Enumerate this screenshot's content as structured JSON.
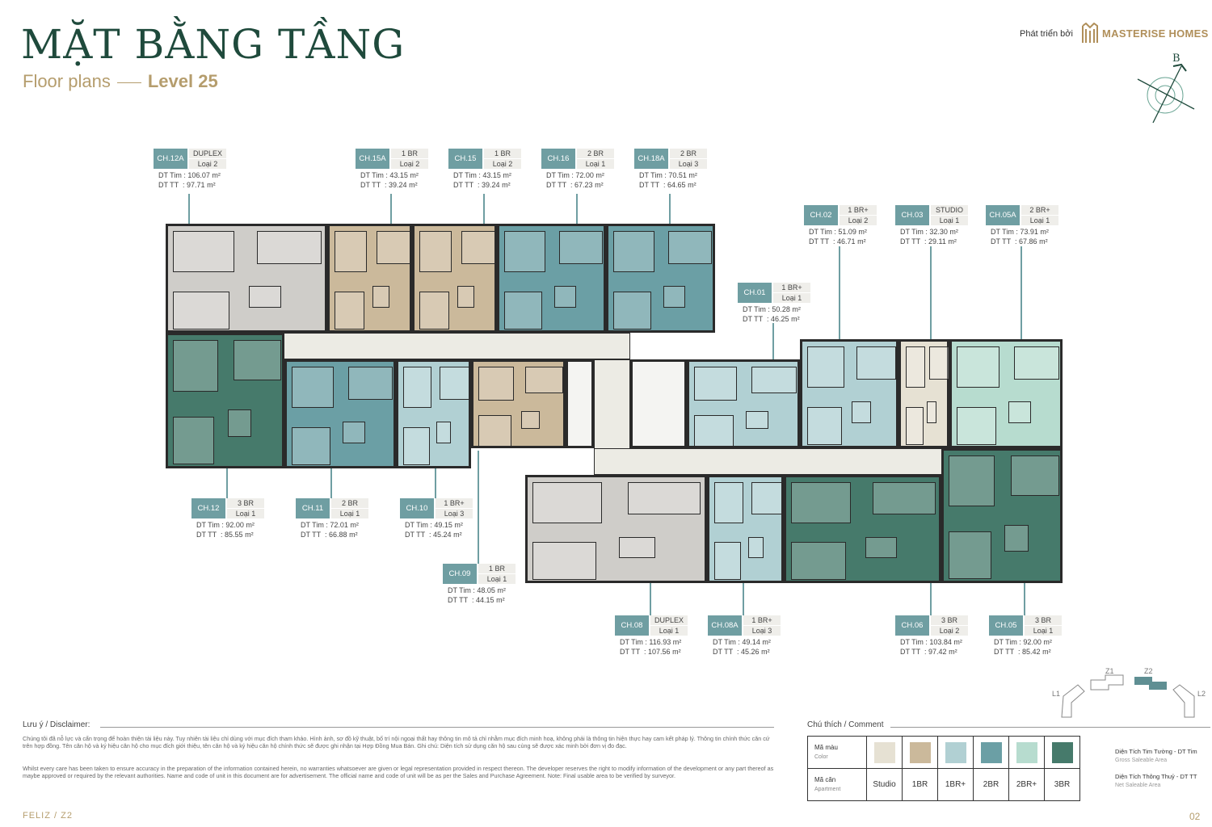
{
  "header": {
    "title": "MẶT BẰNG TẦNG",
    "subtitle": "Floor plans",
    "level": "Level 25",
    "developer_prefix": "Phát triển bởi",
    "brand": "MASTERISE HOMES",
    "compass_letter": "B"
  },
  "labels": {
    "dt_tim": "DT Tim",
    "dt_tt": "DT TT",
    "unit_m2": "m²"
  },
  "units": [
    {
      "code": "CH.12A",
      "type": "DUPLEX",
      "loai": "Loại 2",
      "dt_tim": "106.07",
      "dt_tt": "97.71"
    },
    {
      "code": "CH.15A",
      "type": "1 BR",
      "loai": "Loại 2",
      "dt_tim": "43.15",
      "dt_tt": "39.24"
    },
    {
      "code": "CH.15",
      "type": "1 BR",
      "loai": "Loại 2",
      "dt_tim": "43.15",
      "dt_tt": "39.24"
    },
    {
      "code": "CH.16",
      "type": "2 BR",
      "loai": "Loại 1",
      "dt_tim": "72.00",
      "dt_tt": "67.23"
    },
    {
      "code": "CH.18A",
      "type": "2 BR",
      "loai": "Loại 3",
      "dt_tim": "70.51",
      "dt_tt": "64.65"
    },
    {
      "code": "CH.02",
      "type": "1 BR+",
      "loai": "Loại 2",
      "dt_tim": "51.09",
      "dt_tt": "46.71"
    },
    {
      "code": "CH.03",
      "type": "STUDIO",
      "loai": "Loại 1",
      "dt_tim": "32.30",
      "dt_tt": "29.11"
    },
    {
      "code": "CH.05A",
      "type": "2 BR+",
      "loai": "Loại 1",
      "dt_tim": "73.91",
      "dt_tt": "67.86"
    },
    {
      "code": "CH.01",
      "type": "1 BR+",
      "loai": "Loại 1",
      "dt_tim": "50.28",
      "dt_tt": "46.25"
    },
    {
      "code": "CH.12",
      "type": "3 BR",
      "loai": "Loại 1",
      "dt_tim": "92.00",
      "dt_tt": "85.55"
    },
    {
      "code": "CH.11",
      "type": "2 BR",
      "loai": "Loại 1",
      "dt_tim": "72.01",
      "dt_tt": "66.88"
    },
    {
      "code": "CH.10",
      "type": "1 BR+",
      "loai": "Loại 3",
      "dt_tim": "49.15",
      "dt_tt": "45.24"
    },
    {
      "code": "CH.09",
      "type": "1 BR",
      "loai": "Loại 1",
      "dt_tim": "48.05",
      "dt_tt": "44.15"
    },
    {
      "code": "CH.08",
      "type": "DUPLEX",
      "loai": "Loại 1",
      "dt_tim": "116.93",
      "dt_tt": "107.56"
    },
    {
      "code": "CH.08A",
      "type": "1 BR+",
      "loai": "Loại 3",
      "dt_tim": "49.14",
      "dt_tt": "45.26"
    },
    {
      "code": "CH.06",
      "type": "3 BR",
      "loai": "Loại 2",
      "dt_tim": "103.84",
      "dt_tt": "97.42"
    },
    {
      "code": "CH.05",
      "type": "3 BR",
      "loai": "Loại 1",
      "dt_tim": "92.00",
      "dt_tt": "85.42"
    }
  ],
  "keymap": {
    "l1": "L1",
    "z1": "Z1",
    "z2": "Z2",
    "l2": "L2",
    "highlight_color": "#5f8f93"
  },
  "disclaimer": {
    "heading": "Lưu ý / Disclaimer:",
    "vi": "Chúng tôi đã nỗ lực và cẩn trọng để hoàn thiện tài liệu này. Tuy nhiên tài liệu chỉ dùng với mục đích tham khảo. Hình ảnh, sơ đồ kỹ thuật, bố trí nội ngoại thất hay thông tin mô tả chỉ nhằm mục đích minh hoạ, không phải là thông tin hiện thực hay cam kết pháp lý. Thông tin chính thức căn cứ trên hợp đồng. Tên căn hộ và ký hiệu căn hộ cho mục đích giới thiệu, tên căn hộ và ký hiệu căn hộ chính thức sẽ được ghi nhận tại Hợp Đồng Mua Bán. Ghi chú: Diện tích sử dụng căn hộ sau cùng sẽ được xác minh bởi đơn vị đo đạc.",
    "en": "Whilst every care has been taken to ensure accuracy in the preparation of the information contained herein, no warranties whatsoever are given or legal representation provided in respect thereon. The developer reserves the right to modify information of the development or any part thereof as maybe approved or required by the relevant authorities. Name and code of unit in this document are for advertisement. The official name and code of unit will be as per the Sales and Purchase Agreement. Note: Final usable area to be verified by surveyor."
  },
  "legend": {
    "heading": "Chú thích / Comment",
    "color_label": "Mã màu",
    "color_label_en": "Color",
    "apt_label": "Mã căn",
    "apt_label_en": "Apartment",
    "items": [
      {
        "name": "Studio",
        "color": "#e6e1d3"
      },
      {
        "name": "1BR",
        "color": "#cbb99b"
      },
      {
        "name": "1BR+",
        "color": "#b1d0d3"
      },
      {
        "name": "2BR",
        "color": "#6b9fa5"
      },
      {
        "name": "2BR+",
        "color": "#b7dccf"
      },
      {
        "name": "3BR",
        "color": "#467a6b"
      }
    ],
    "gross": "Diện Tích Tim Tường - DT Tim",
    "gross_en": "Gross Saleable Area",
    "net": "Diện Tích Thông Thuỷ - DT TT",
    "net_en": "Net Saleable Area"
  },
  "footer": {
    "project": "FELIZ  /  Z2",
    "page": "02"
  }
}
